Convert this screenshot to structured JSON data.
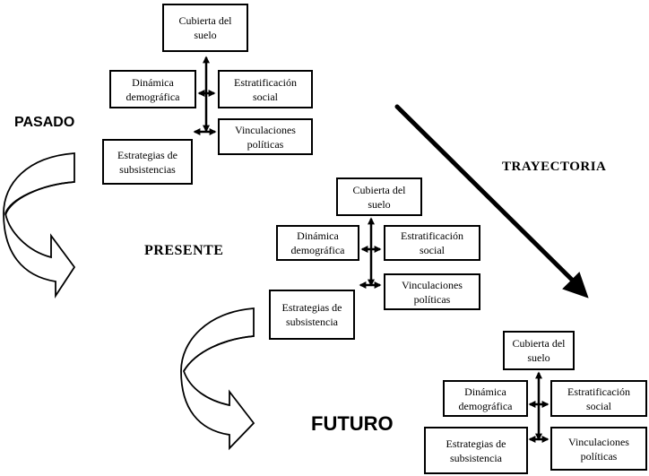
{
  "labels": {
    "pasado": "PASADO",
    "presente": "PRESENTE",
    "futuro": "FUTURO",
    "trayectoria": "TRAYECTORIA"
  },
  "clusters": {
    "pasado": {
      "cubierta": "Cubierta del suelo",
      "dinamica": "Dinámica demográfica",
      "estratificacion": "Estratificación social",
      "vinculaciones": "Vinculaciones políticas",
      "estrategias": "Estrategias de subsistencias"
    },
    "presente": {
      "cubierta": "Cubierta del suelo",
      "dinamica": "Dinámica demográfica",
      "estratificacion": "Estratificación social",
      "vinculaciones": "Vinculaciones políticas",
      "estrategias": "Estrategias de subsistencia"
    },
    "futuro": {
      "cubierta": "Cubierta del suelo",
      "dinamica": "Dinámica demográfica",
      "estratificacion": "Estratificación social",
      "vinculaciones": "Vinculaciones políticas",
      "estrategias": "Estrategias de subsistencia"
    }
  },
  "connections": [
    {
      "from": "pasado",
      "to": "presente",
      "type": "curved-arrow"
    },
    {
      "from": "presente",
      "to": "futuro",
      "type": "curved-arrow"
    },
    {
      "label": "TRAYECTORIA",
      "type": "diagonal-arrow",
      "direction": "down-right"
    }
  ]
}
